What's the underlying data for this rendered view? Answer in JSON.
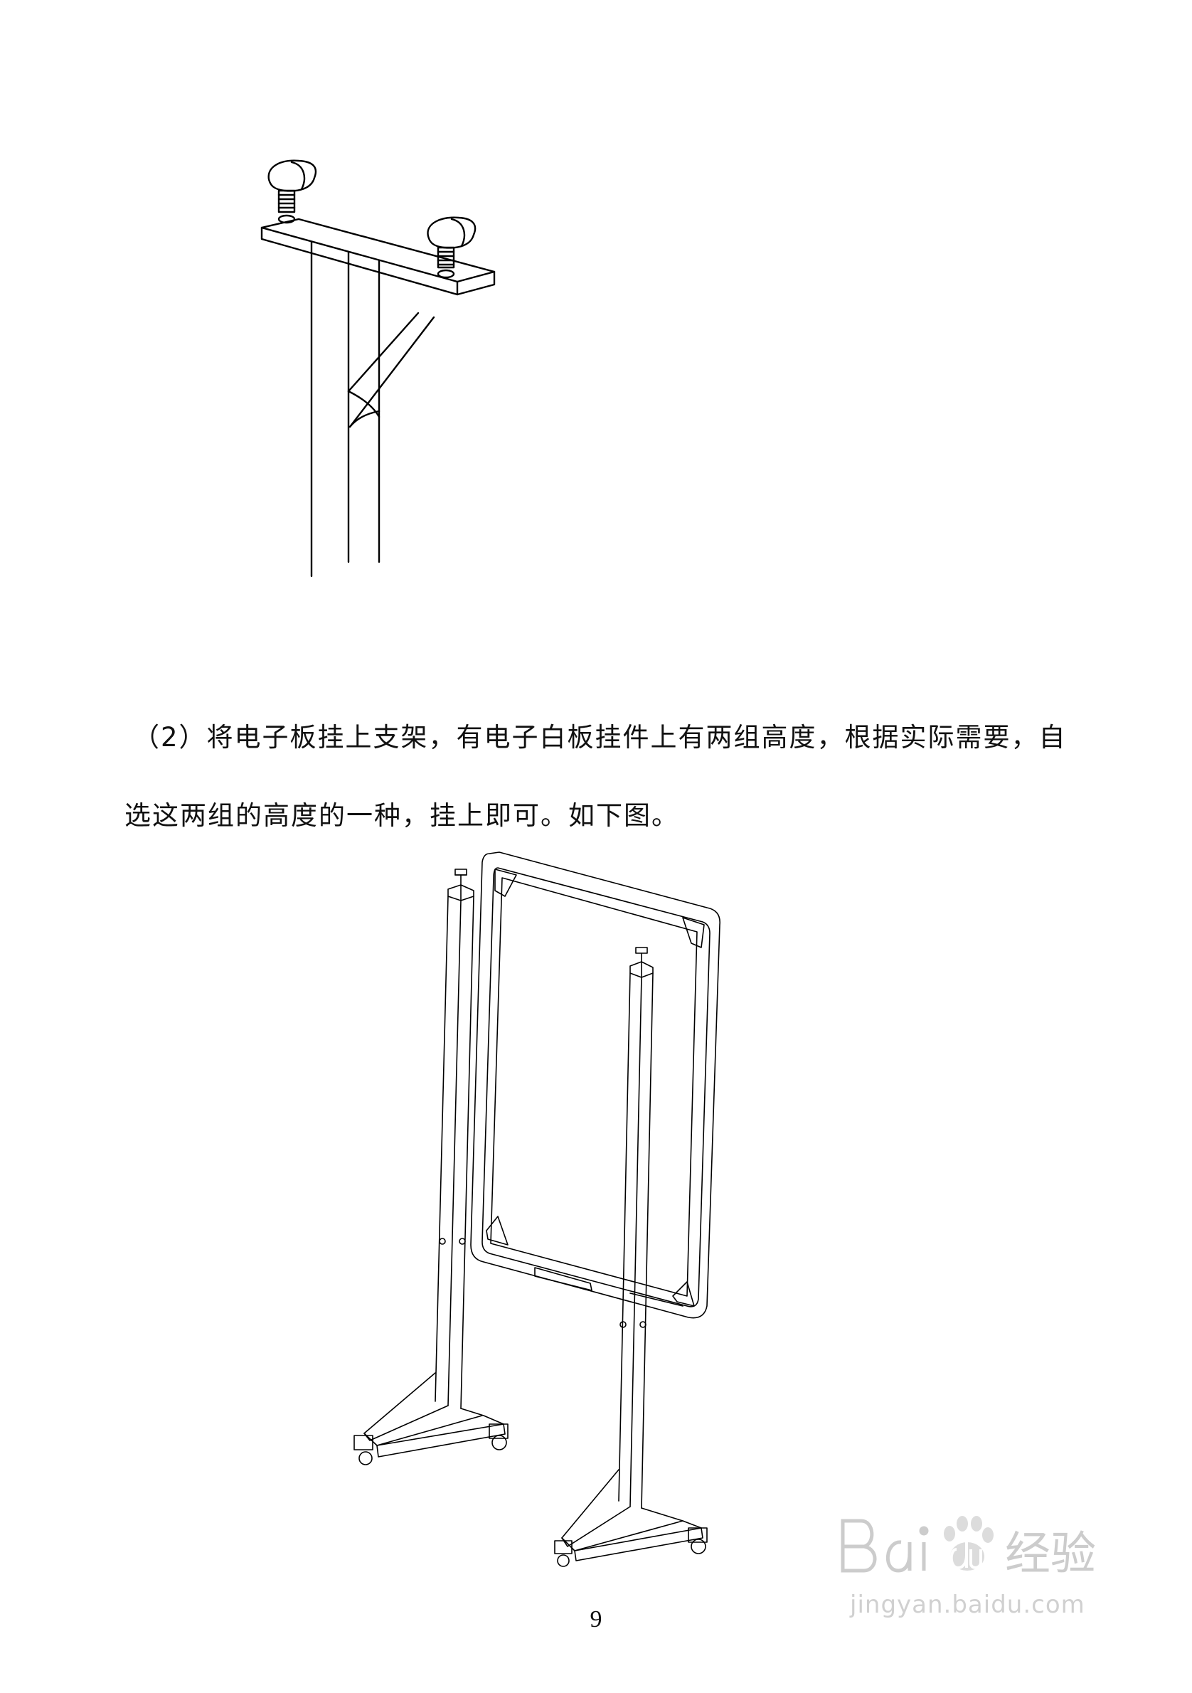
{
  "paragraph": {
    "line1": "（2）将电子板挂上支架，有电子白板挂件上有两组高度，根据实际需要，自",
    "line2": "选这两组的高度的一种，挂上即可。如下图。"
  },
  "page_number": "9",
  "watermark": {
    "logo_text": "Bai du 经验",
    "domain": "jingyan.baidu.com"
  }
}
